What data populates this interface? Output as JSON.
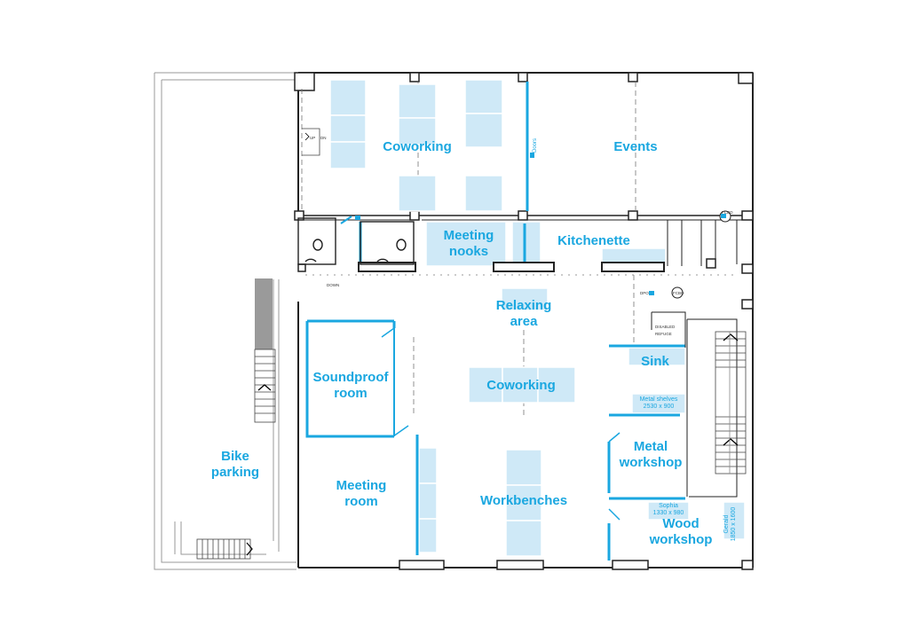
{
  "rooms": {
    "coworking_top": "Coworking",
    "events": "Events",
    "meeting_nooks": [
      "Meeting",
      "nooks"
    ],
    "kitchenette": "Kitchenette",
    "relaxing_area": [
      "Relaxing",
      "area"
    ],
    "soundproof_room": [
      "Soundproof",
      "room"
    ],
    "coworking_center": "Coworking",
    "sink": "Sink",
    "metal_workshop": [
      "Metal",
      "workshop"
    ],
    "bike_parking": [
      "Bike",
      "parking"
    ],
    "meeting_room": [
      "Meeting",
      "room"
    ],
    "workbenches": "Workbenches",
    "wood_workshop": [
      "Wood",
      "workshop"
    ]
  },
  "notes": {
    "metal_shelves": [
      "Metal shelves",
      "2530 x 900"
    ],
    "sophia": [
      "Sophia",
      "1330 x 980"
    ],
    "gerald": [
      "Gerald",
      "1850 x 1600"
    ],
    "doors": "Doors"
  },
  "tags": {
    "up_dn": "UP",
    "dn_small": "DN",
    "down": "DOWN",
    "disabled_refuge": [
      "DISABLED",
      "REFUGE"
    ],
    "fcbo": "FCBO",
    "dpo": "DPO",
    "fcbo2": "FCBO"
  },
  "colors": {
    "accent": "#1aa7e0",
    "furniture": "#cfe9f7",
    "wall": "#222222",
    "thin_line": "#9a9a9a"
  }
}
